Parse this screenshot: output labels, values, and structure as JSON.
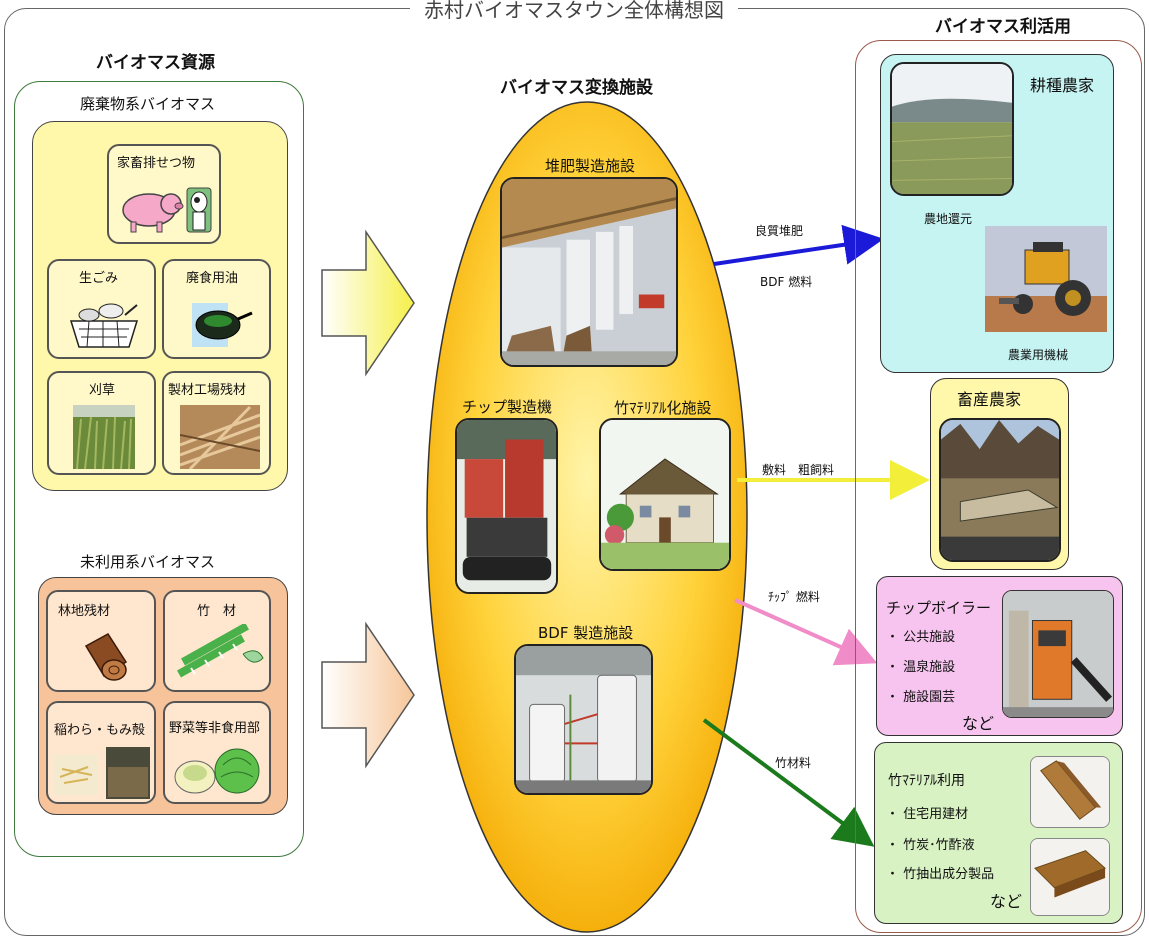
{
  "title": "赤村バイオマスタウン全体構想図",
  "resources": {
    "heading": "バイオマス資源",
    "waste": {
      "heading": "廃棄物系バイオマス",
      "items": [
        "家畜排せつ物",
        "生ごみ",
        "廃食用油",
        "刈草",
        "製材工場残材"
      ]
    },
    "unused": {
      "heading": "未利用系バイオマス",
      "items": [
        "林地残材",
        "竹　材",
        "稲わら・もみ殻",
        "野菜等非食用部"
      ]
    }
  },
  "conversion": {
    "heading": "バイオマス変換施設",
    "facilities": [
      "堆肥製造施設",
      "チップ製造機",
      "竹ﾏﾃﾘｱﾙ化施設",
      "BDF 製造施設"
    ]
  },
  "flows": [
    {
      "label": "良質堆肥",
      "color": "#1a1ad8"
    },
    {
      "label": "BDF 燃料",
      "color": "#1a1ad8"
    },
    {
      "label": "敷料　粗飼料",
      "color": "#f2ee3a"
    },
    {
      "label": "ﾁｯﾌﾟ 燃料",
      "color": "#f08cc8"
    },
    {
      "label": "竹材料",
      "color": "#1b7a1b"
    }
  ],
  "utilization": {
    "heading": "バイオマス利活用",
    "farmer": {
      "heading": "耕種農家",
      "captions": [
        "農地還元",
        "農業用機械"
      ]
    },
    "livestock": {
      "heading": "畜産農家"
    },
    "boiler": {
      "heading": "チップボイラー",
      "items": [
        "・ 公共施設",
        "・ 温泉施設",
        "・ 施設園芸"
      ],
      "etc": "など"
    },
    "bamboo": {
      "heading": "竹ﾏﾃﾘｱﾙ利用",
      "items": [
        "・ 住宅用建材",
        "・ 竹炭･竹酢液",
        "・ 竹抽出成分製品"
      ],
      "etc": "など"
    }
  }
}
